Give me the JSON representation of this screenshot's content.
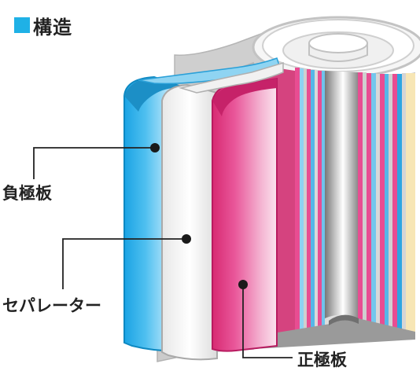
{
  "title": "構造",
  "labels": {
    "negative": "負極板",
    "separator": "セパレーター",
    "positive": "正極板"
  },
  "colors": {
    "accent": "#1fb1e6",
    "negative_plate": "#29a9e6",
    "positive_plate": "#d9317a",
    "separator": "#f2f2f2",
    "can": "#c8c8c8"
  }
}
